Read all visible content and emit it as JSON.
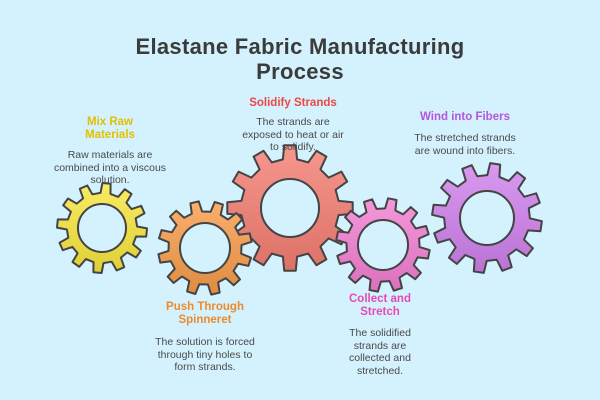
{
  "title_line1": "Elastane Fabric Manufacturing",
  "title_line2": "Process",
  "steps": [
    {
      "title": "Mix Raw Materials",
      "description": "Raw materials are combined into a viscous solution.",
      "color": "#e2c000",
      "gear_color": "#f8e63c"
    },
    {
      "title": "Push Through Spinneret",
      "description": "The solution is forced through tiny holes to form strands.",
      "color": "#ee8a2c",
      "gear_color": "#f79b48"
    },
    {
      "title": "Solidify Strands",
      "description": "The strands are exposed to heat or air to solidify.",
      "color": "#ef4646",
      "gear_color": "#f47d72"
    },
    {
      "title": "Collect and Stretch",
      "description": "The solidified strands are collected and stretched.",
      "color": "#e84ab4",
      "gear_color": "#f27dd2"
    },
    {
      "title": "Wind into Fibers",
      "description": "The stretched strands are wound into fibers.",
      "color": "#b555e0",
      "gear_color": "#cf80ec"
    }
  ]
}
